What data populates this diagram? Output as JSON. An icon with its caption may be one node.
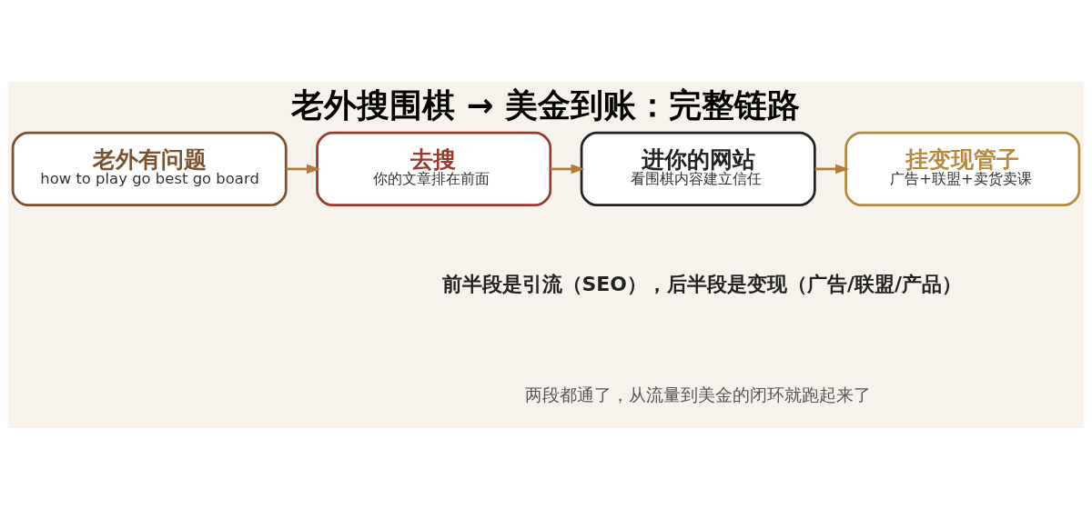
{
  "diagram": {
    "title": "老外搜围棋 → 美金到账：完整链路",
    "nodes": [
      {
        "text": [
          "老外有问题",
          "how to play go best go board"
        ]
      },
      {
        "text": [
          "去搜",
          "你的文章排在前面"
        ]
      },
      {
        "text": [
          "进你的网站",
          "看围棋内容建立信任"
        ]
      },
      {
        "text": [
          "挂变现管子",
          "广告+联盟+卖货卖课"
        ]
      }
    ],
    "edges": [
      {
        "from": 0,
        "to": 1,
        "arrow": "to"
      },
      {
        "from": 1,
        "to": 2,
        "arrow": "to"
      },
      {
        "from": 2,
        "to": 3,
        "arrow": "to"
      }
    ],
    "labels": [
      "前半段是引流（SEO），后半段是变现（广告/联盟/产品）",
      "两段都通了，从流量到美金的闭环就跑起来了"
    ]
  }
}
